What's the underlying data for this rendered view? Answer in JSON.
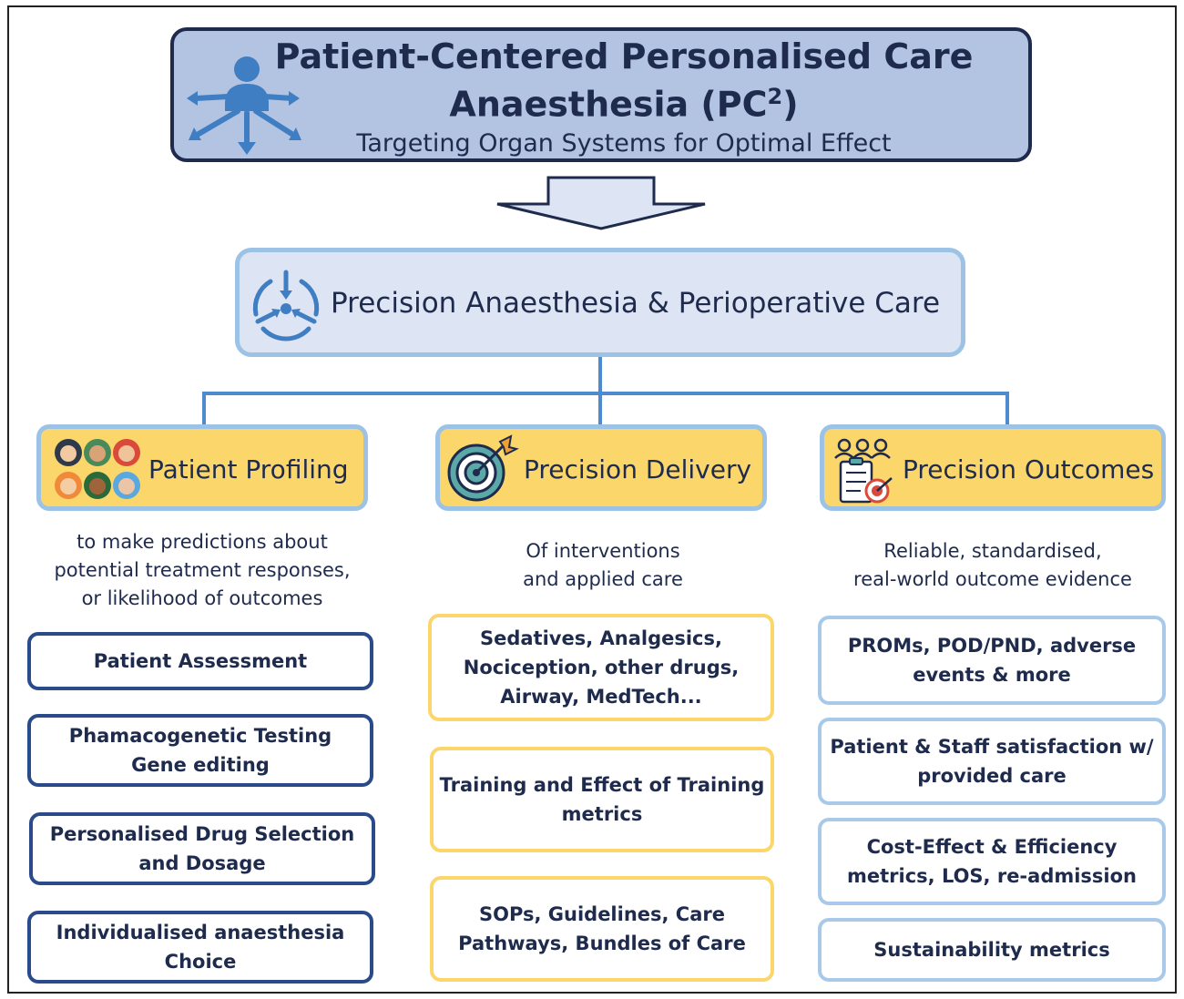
{
  "header": {
    "title_line1": "Patient-Centered Personalised Care",
    "title_line2_prefix": "Anaesthesia (PC",
    "title_line2_sup": "2",
    "title_line2_suffix": ")",
    "subtitle": "Targeting Organ Systems for Optimal Effect",
    "icon": "person-network-icon"
  },
  "center": {
    "title": "Precision Anaesthesia & Perioperative Care",
    "icon": "convergence-cycle-icon"
  },
  "columns": [
    {
      "title": "Patient Profiling",
      "icon": "patient-faces-icon",
      "description": [
        "to make predictions about",
        "potential treatment responses,",
        "or likelihood of outcomes"
      ],
      "items": [
        "Patient Assessment",
        "Phamacogenetic Testing\nGene editing",
        "Personalised Drug Selection\nand Dosage",
        "Individualised anaesthesia\nChoice"
      ]
    },
    {
      "title": "Precision Delivery",
      "icon": "target-icon",
      "description": [
        "Of interventions",
        "and applied care"
      ],
      "items": [
        "Sedatives, Analgesics,\nNociception, other drugs,\nAirway, MedTech...",
        "Training and Effect of Training\nmetrics",
        "SOPs, Guidelines, Care\nPathways, Bundles of Care"
      ]
    },
    {
      "title": "Precision Outcomes",
      "icon": "outcomes-clipboard-icon",
      "description": [
        "Reliable, standardised,",
        "real-world outcome evidence"
      ],
      "items": [
        "PROMs, POD/PND, adverse\nevents & more",
        "Patient & Staff satisfaction w/\nprovided care",
        "Cost-Effect & Efficiency\nmetrics, LOS, re-admission",
        "Sustainability metrics"
      ]
    }
  ],
  "colors": {
    "header_fill": "#b3c3e2",
    "header_border": "#1f2b4d",
    "category_fill": "#fbd66b",
    "connector": "#4d8ad0",
    "profiling_border": "#2a4b8a",
    "delivery_border": "#fbd66b",
    "outcomes_border": "#a9c9ea"
  }
}
